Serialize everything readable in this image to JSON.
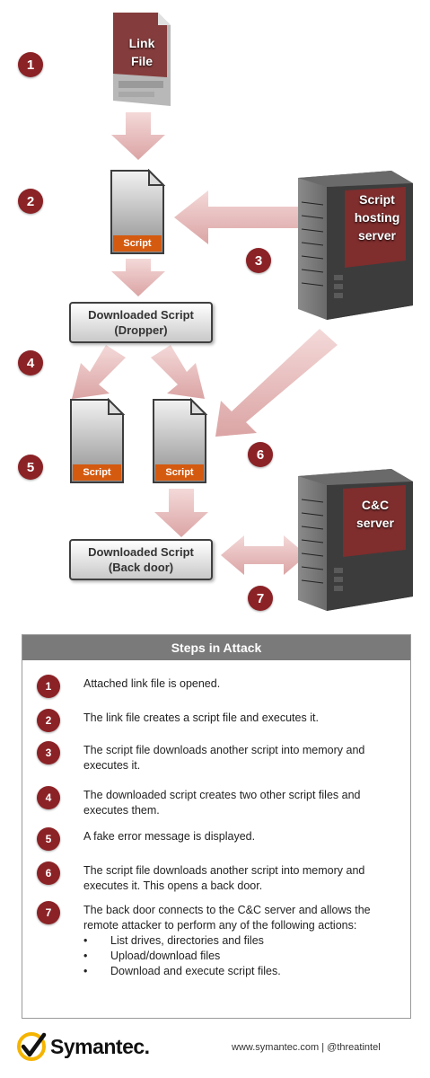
{
  "diagram": {
    "markers": [
      "1",
      "2",
      "3",
      "4",
      "5",
      "6",
      "7"
    ],
    "link_file": {
      "line1": "Link",
      "line2": "File"
    },
    "script_tag": "Script",
    "dropper_box": {
      "line1": "Downloaded Script",
      "line2": "(Dropper)"
    },
    "backdoor_box": {
      "line1": "Downloaded Script",
      "line2": "(Back door)"
    },
    "hosting_server": {
      "line1": "Script",
      "line2": "hosting",
      "line3": "server"
    },
    "cc_server": {
      "line1": "C&C",
      "line2": "server"
    }
  },
  "steps": {
    "title": "Steps in Attack",
    "items": [
      {
        "num": "1",
        "text": "Attached link file is opened."
      },
      {
        "num": "2",
        "text": "The link file creates a script file and executes it."
      },
      {
        "num": "3",
        "text": "The script file downloads another script into memory and executes it."
      },
      {
        "num": "4",
        "text": "The downloaded script creates two other script files and executes them."
      },
      {
        "num": "5",
        "text": "A fake error message is displayed."
      },
      {
        "num": "6",
        "text": "The script file downloads another script into memory and executes it. This opens a back door."
      },
      {
        "num": "7",
        "text": "The back door connects to the C&C server and allows the remote attacker to perform any of the following actions:"
      }
    ],
    "bullets": [
      "List drives, directories and files",
      "Upload/download files",
      "Download and execute script files."
    ]
  },
  "footer": {
    "brand": "Symantec.",
    "right_text": "www.symantec.com | @threatintel"
  },
  "colors": {
    "marker": "#8b2226",
    "script_tag": "#d45a10",
    "arrow": "#e7b7b7",
    "header": "#7a7a7a"
  }
}
